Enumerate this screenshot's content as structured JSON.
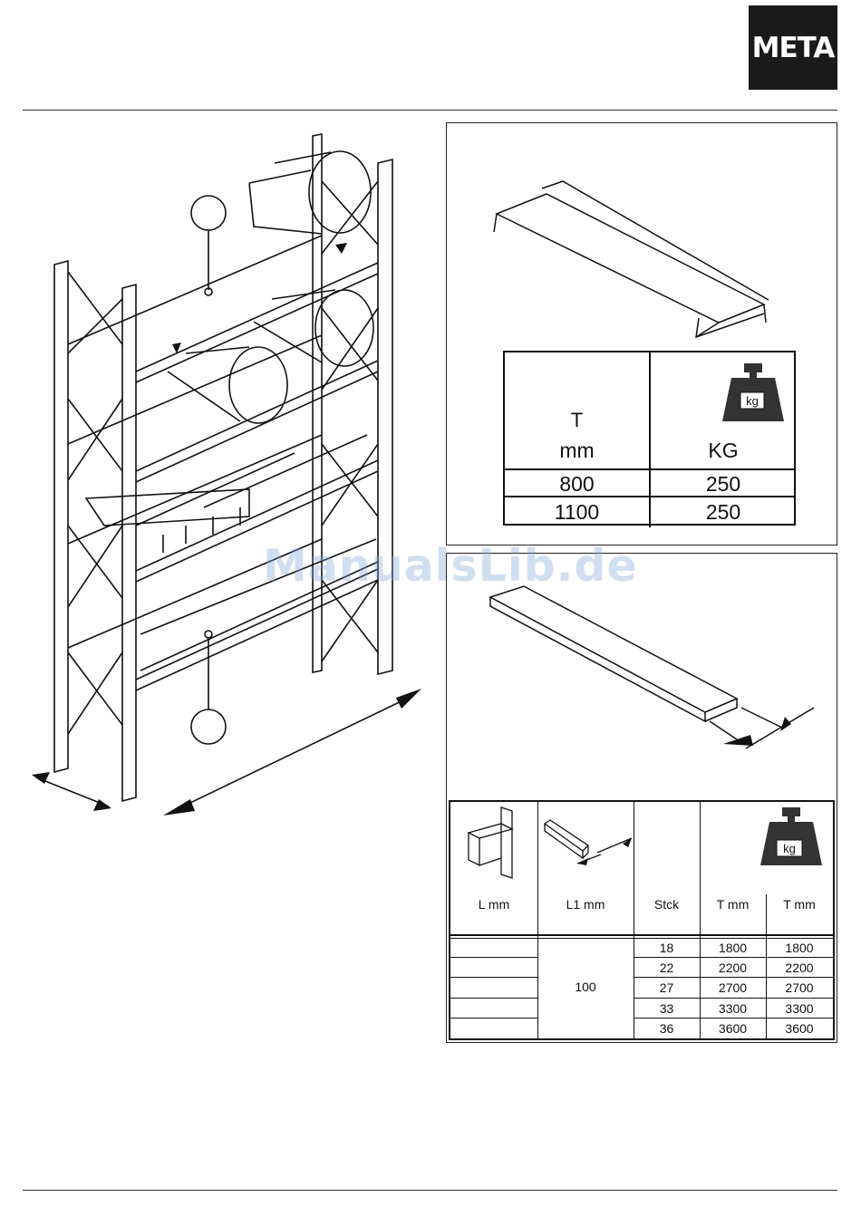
{
  "logo": {
    "text": "META"
  },
  "watermark": "ManualsLib.de",
  "load_table": {
    "header_left_line1": "T",
    "header_left_line2": "mm",
    "header_right": "KG",
    "weight_icon_label": "kg",
    "rows": [
      {
        "t": "800",
        "kg": "250"
      },
      {
        "t": "1100",
        "kg": "250"
      }
    ]
  },
  "beam_table": {
    "headers": {
      "l_mm": "L mm",
      "l1_mm": "L1 mm",
      "stck": "Stck",
      "t_mm_1": "T mm",
      "t_mm_2": "T mm",
      "weight_icon_label": "kg"
    },
    "l1_value": "100",
    "rows": [
      {
        "stck": "18",
        "t1": "1800",
        "t2": "1800"
      },
      {
        "stck": "22",
        "t1": "2200",
        "t2": "2200"
      },
      {
        "stck": "27",
        "t1": "2700",
        "t2": "2700"
      },
      {
        "stck": "33",
        "t1": "3300",
        "t2": "3300"
      },
      {
        "stck": "36",
        "t1": "3600",
        "t2": "3600"
      }
    ]
  }
}
